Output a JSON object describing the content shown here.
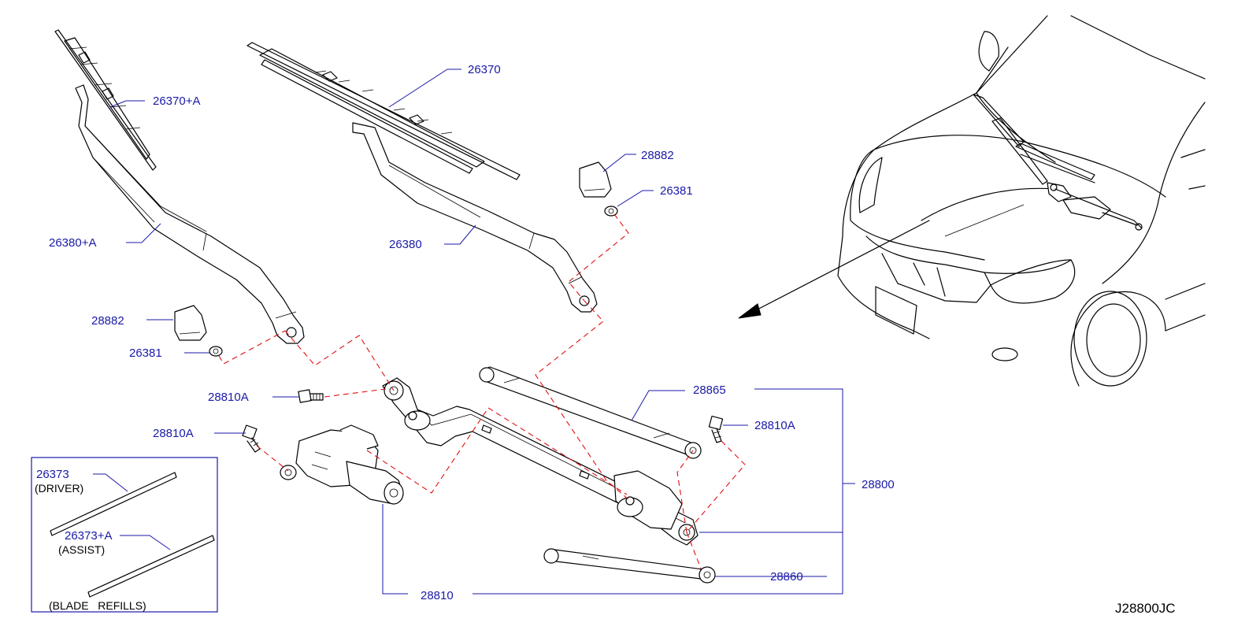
{
  "diagram": {
    "code": "J28800JC",
    "labels": {
      "blade_driver": "26370+A",
      "blade_assist": "26370",
      "arm_driver": "26380+A",
      "arm_assist": "26380",
      "cap_left": "28882",
      "nut_left": "26381",
      "cap_right": "28882",
      "nut_right": "26381",
      "bolt_left_upper": "28810A",
      "bolt_left_lower": "28810A",
      "bolt_right": "28810A",
      "rod_upper": "28865",
      "linkage_assembly": "28800",
      "rod_lower": "28860",
      "motor": "28810",
      "refill_driver": "26373",
      "refill_assist": "26373+A"
    },
    "notes": {
      "driver": "(DRIVER)",
      "assist": "(ASSIST)",
      "blade_refills": "(BLADE   REFILLS)"
    },
    "colors": {
      "label": "#1a1aa8",
      "dashed_guide": "#e01010",
      "line_art": "#000000"
    }
  }
}
